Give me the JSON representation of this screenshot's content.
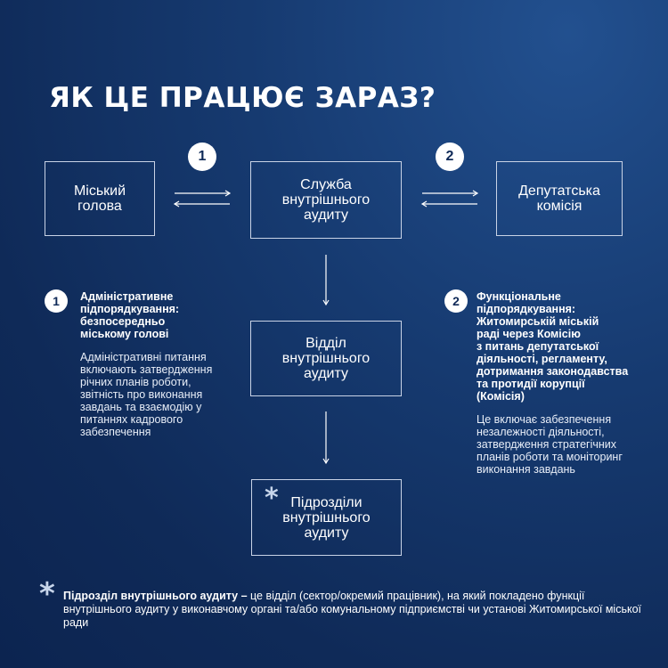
{
  "title": "ЯК ЦЕ ПРАЦЮЄ ЗАРАЗ?",
  "diagram": {
    "badge_1": "1",
    "badge_2": "2",
    "box_mayor": [
      "Міський",
      "голова"
    ],
    "box_service": [
      "Служба",
      "внутрішнього",
      "аудиту"
    ],
    "box_commission": [
      "Депутатська",
      "комісія"
    ],
    "box_department": [
      "Відділ",
      "внутрішнього",
      "аудиту"
    ],
    "box_units": [
      "Підрозділи",
      "внутрішнього",
      "аудиту"
    ],
    "units_marker": "*"
  },
  "left_block": {
    "number": "1",
    "heading": [
      "Адміністративне",
      "підпорядкування:",
      "безпосередньо",
      "міському голові"
    ],
    "body": [
      "Адміністративні питання",
      "включають затвердження",
      "річних планів роботи,",
      "звітність про виконання",
      "завдань та взаємодію у",
      "питаннях кадрового",
      "забезпечення"
    ]
  },
  "right_block": {
    "number": "2",
    "heading": [
      "Функціональне",
      "підпорядкування:",
      "Житомирській міській",
      "раді через Комісію",
      "з питань депутатської",
      "діяльності, регламенту,",
      "дотримання законодавства",
      "та протидії корупції",
      "(Комісія)"
    ],
    "body": [
      "Це включає забезпечення",
      "незалежності діяльності,",
      "затвердження стратегічних",
      "планів роботи та моніторинг",
      "виконання завдань"
    ]
  },
  "footnote": {
    "marker": "*",
    "bold": "Підрозділ внутрішнього аудиту –",
    "text": " це відділ (сектор/окремий працівник), на який покладено функції внутрішнього аудиту у виконавчому органі та/або комунальному підприємстві чи установі Житомирської міської ради"
  }
}
